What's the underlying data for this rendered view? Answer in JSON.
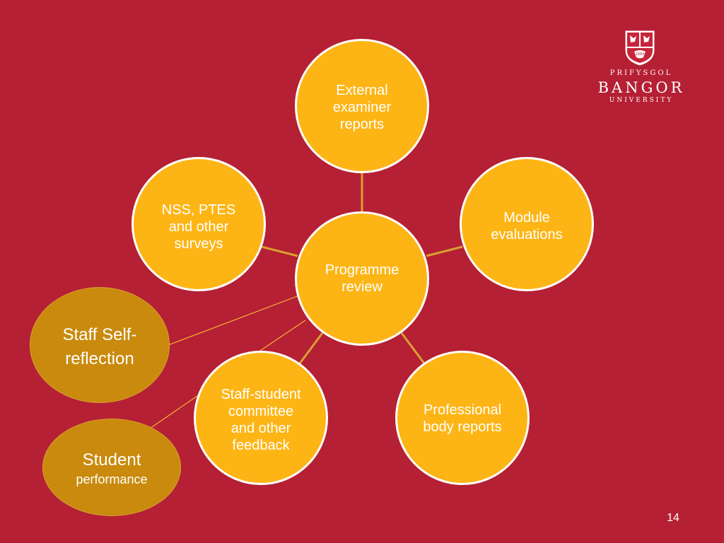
{
  "diagram": {
    "center": {
      "label": "Programme\nreview"
    },
    "nodes": [
      {
        "label": "External\nexaminer\nreports"
      },
      {
        "label": "NSS, PTES\nand other\nsurveys"
      },
      {
        "label": "Module\nevaluations"
      },
      {
        "label": "Staff-student\ncommittee\nand other\nfeedback"
      },
      {
        "label": "Professional\nbody reports"
      }
    ],
    "extra_nodes": [
      {
        "label": "Staff Self-\nreflection"
      },
      {
        "label_line1": "Student",
        "label_line2": "performance"
      }
    ]
  },
  "logo": {
    "line1": "PRIFYSGOL",
    "line2": "BANGOR",
    "line3": "UNIVERSITY",
    "shield_year": "1884"
  },
  "page_number": "14",
  "colors": {
    "background": "#B52034",
    "node_fill": "#FDB515",
    "node_border": "#FFFFFF",
    "extra_node_fill": "#C98A0D",
    "connector": "#D9A032",
    "thin_connector": "#F7B034",
    "text": "#FFFFFF"
  }
}
